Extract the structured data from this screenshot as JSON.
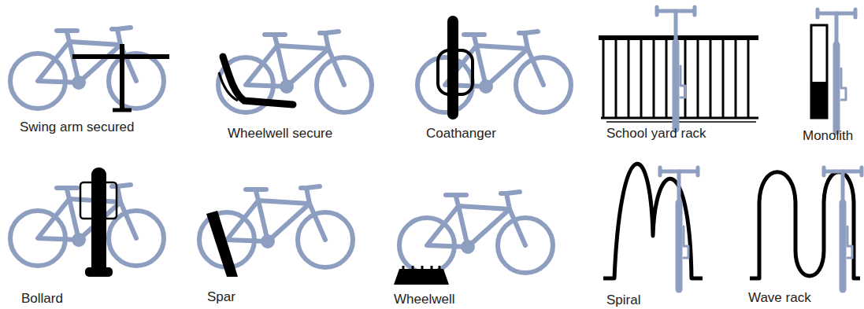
{
  "diagram": {
    "labels": [
      "Swing arm secured",
      "Wheelwell secure",
      "Coathanger",
      "School yard rack",
      "Monolith",
      "Bollard",
      "Spar",
      "Wheelwell",
      "Spiral",
      "Wave rack"
    ]
  }
}
